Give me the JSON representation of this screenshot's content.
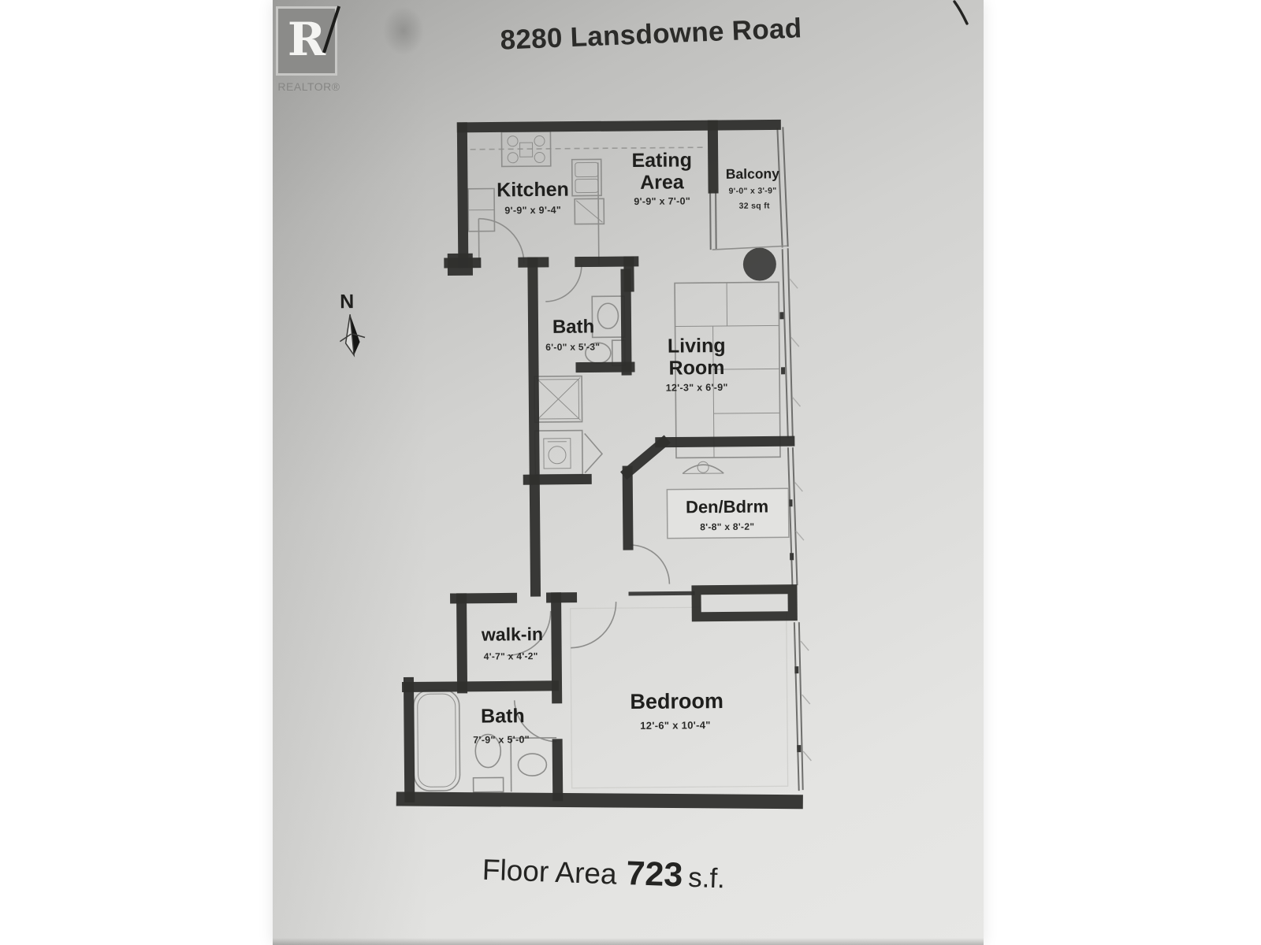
{
  "document": {
    "title": "8280 Lansdowne Road",
    "footer": {
      "label": "Floor Area",
      "value": "723",
      "unit": "s.f."
    },
    "logo": {
      "letter": "R",
      "caption": "REALTOR®"
    },
    "compass": {
      "label": "N"
    }
  },
  "rooms": [
    {
      "id": "kitchen",
      "lines": [
        "Kitchen"
      ],
      "dims": "9'-9\" x 9'-4\""
    },
    {
      "id": "eating-area",
      "lines": [
        "Eating",
        "Area"
      ],
      "dims": "9'-9\" x 7'-0\""
    },
    {
      "id": "balcony",
      "lines": [
        "Balcony"
      ],
      "dims": "9'-0\" x 3'-9\"",
      "area": "32 sq ft"
    },
    {
      "id": "bath-upper",
      "lines": [
        "Bath"
      ],
      "dims": "6'-0\" x 5'-3\""
    },
    {
      "id": "living-room",
      "lines": [
        "Living",
        "Room"
      ],
      "dims": "12'-3\" x 6'-9\""
    },
    {
      "id": "den-bdrm",
      "lines": [
        "Den/Bdrm"
      ],
      "dims": "8'-8\" x 8'-2\""
    },
    {
      "id": "walk-in",
      "lines": [
        "walk-in"
      ],
      "dims": "4'-7\" x 4'-2\""
    },
    {
      "id": "bath-lower",
      "lines": [
        "Bath"
      ],
      "dims": "7'-9\" x 5'-0\""
    },
    {
      "id": "bedroom",
      "lines": [
        "Bedroom"
      ],
      "dims": "12'-6\" x 10'-4\""
    }
  ],
  "palette": {
    "wall": "#2f2f2d",
    "ink": "#1f1f1d",
    "fixture": "#8d8d8b",
    "window": "#6f6f6d",
    "logo_gray": "#8b8b89",
    "paper_dark": "#a4a4a2",
    "paper_light": "#e7e7e5"
  }
}
